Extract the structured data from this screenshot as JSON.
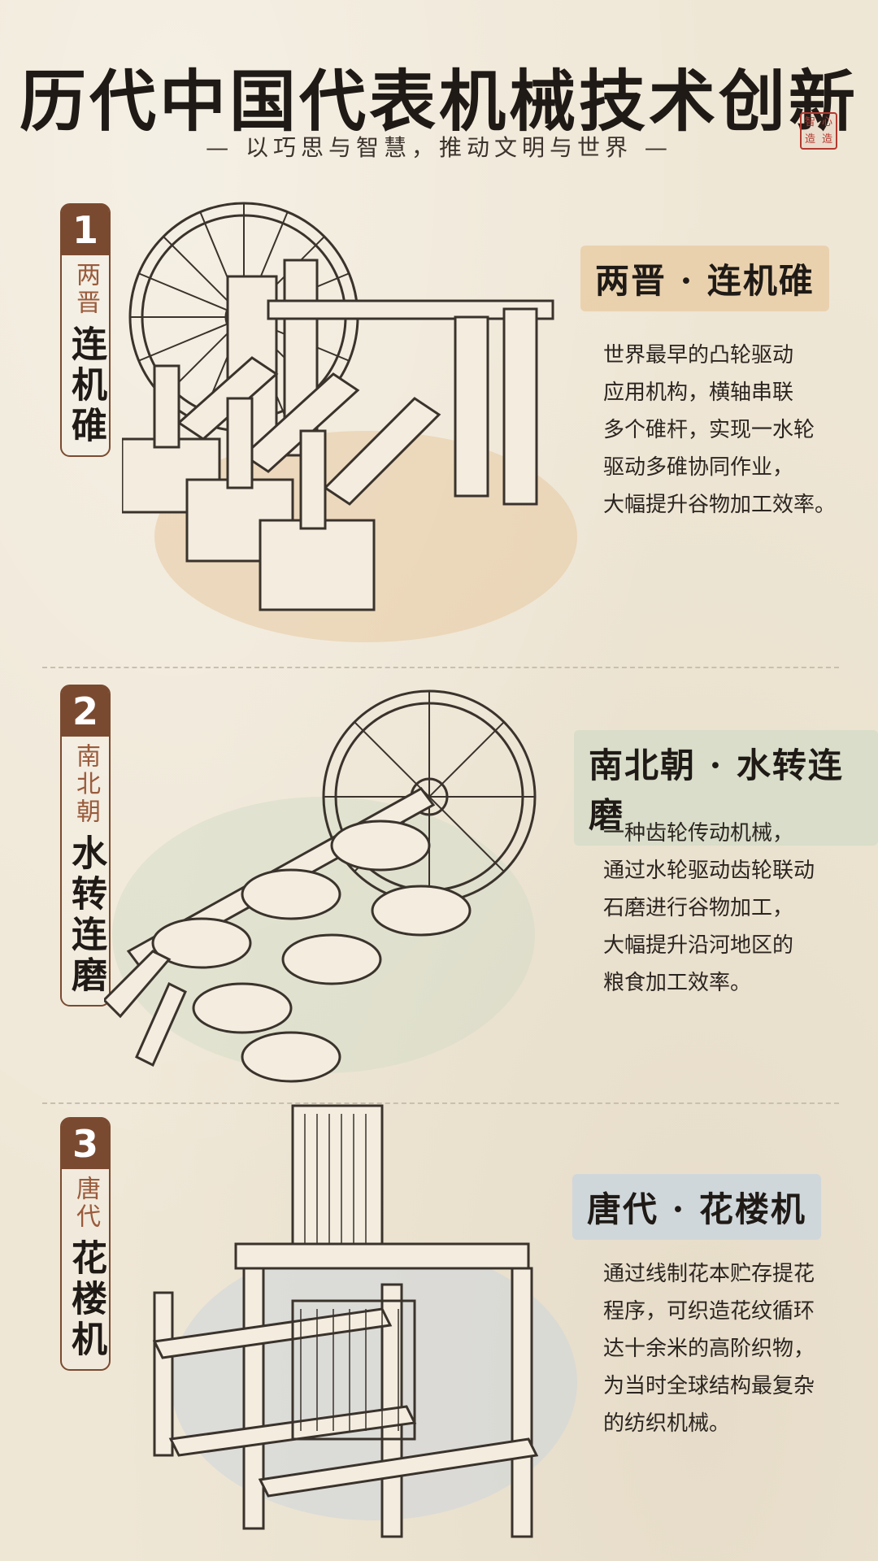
{
  "header": {
    "title": "历代中国代表机械技术创新",
    "subtitle": "— 以巧思与智慧，推动文明与世界 —",
    "seal_chars": [
      "智",
      "心",
      "造",
      "造"
    ]
  },
  "sections": [
    {
      "number": "1",
      "era": "两晋",
      "name": "连机碓",
      "heading": "两晋 · 连机碓",
      "desc_lines": [
        "世界最早的凸轮驱动",
        "应用机构，横轴串联",
        "多个碓杆，实现一水轮",
        "驱动多碓协同作业，",
        "大幅提升谷物加工效率。"
      ],
      "accent": "#e8c9a0"
    },
    {
      "number": "2",
      "era": "南北朝",
      "name": "水转连磨",
      "heading": "南北朝 · 水转连磨",
      "desc_lines": [
        "一种齿轮传动机械，",
        "通过水轮驱动齿轮联动",
        "石磨进行谷物加工，",
        "大幅提升沿河地区的",
        "粮食加工效率。"
      ],
      "accent": "#d6dcc8"
    },
    {
      "number": "3",
      "era": "唐代",
      "name": "花楼机",
      "heading": "唐代 · 花楼机",
      "desc_lines": [
        "通过线制花本贮存提花",
        "程序，可织造花纹循环",
        "达十余米的高阶织物，",
        "为当时全球结构最复杂",
        "的纺织机械。"
      ],
      "accent": "#cdd6dc"
    }
  ],
  "colors": {
    "paper": "#efe7d6",
    "tag_brown": "#7a4a30",
    "era_brown": "#9a5b3c",
    "seal_red": "#b2392f"
  },
  "icons": [
    "water-wheel-illustration",
    "gear-mill-illustration",
    "loom-illustration"
  ]
}
